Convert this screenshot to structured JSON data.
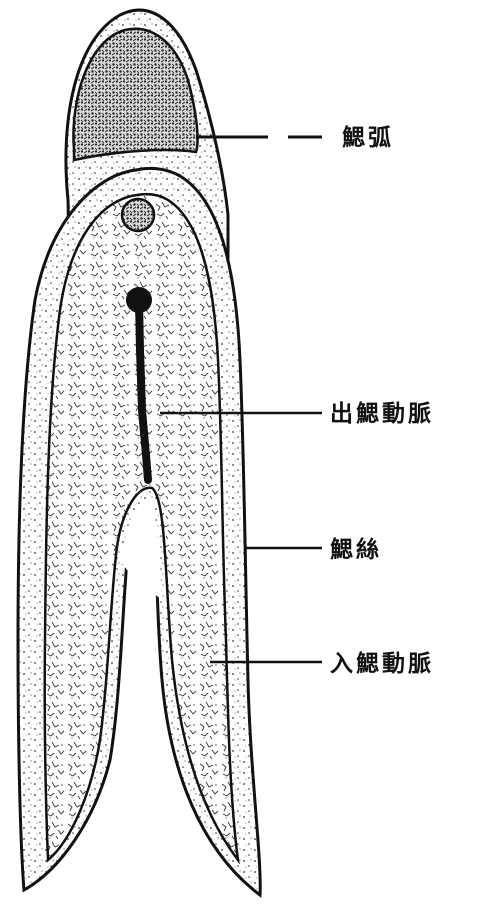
{
  "labels": {
    "gill_arch": "鰓弧",
    "efferent_artery": "出鰓動脈",
    "gill_filament": "鰓絲",
    "afferent_artery": "入鰓動脈"
  },
  "colors": {
    "ink": "#111111",
    "paper": "#ffffff",
    "stipple": "#2a2a2a"
  }
}
